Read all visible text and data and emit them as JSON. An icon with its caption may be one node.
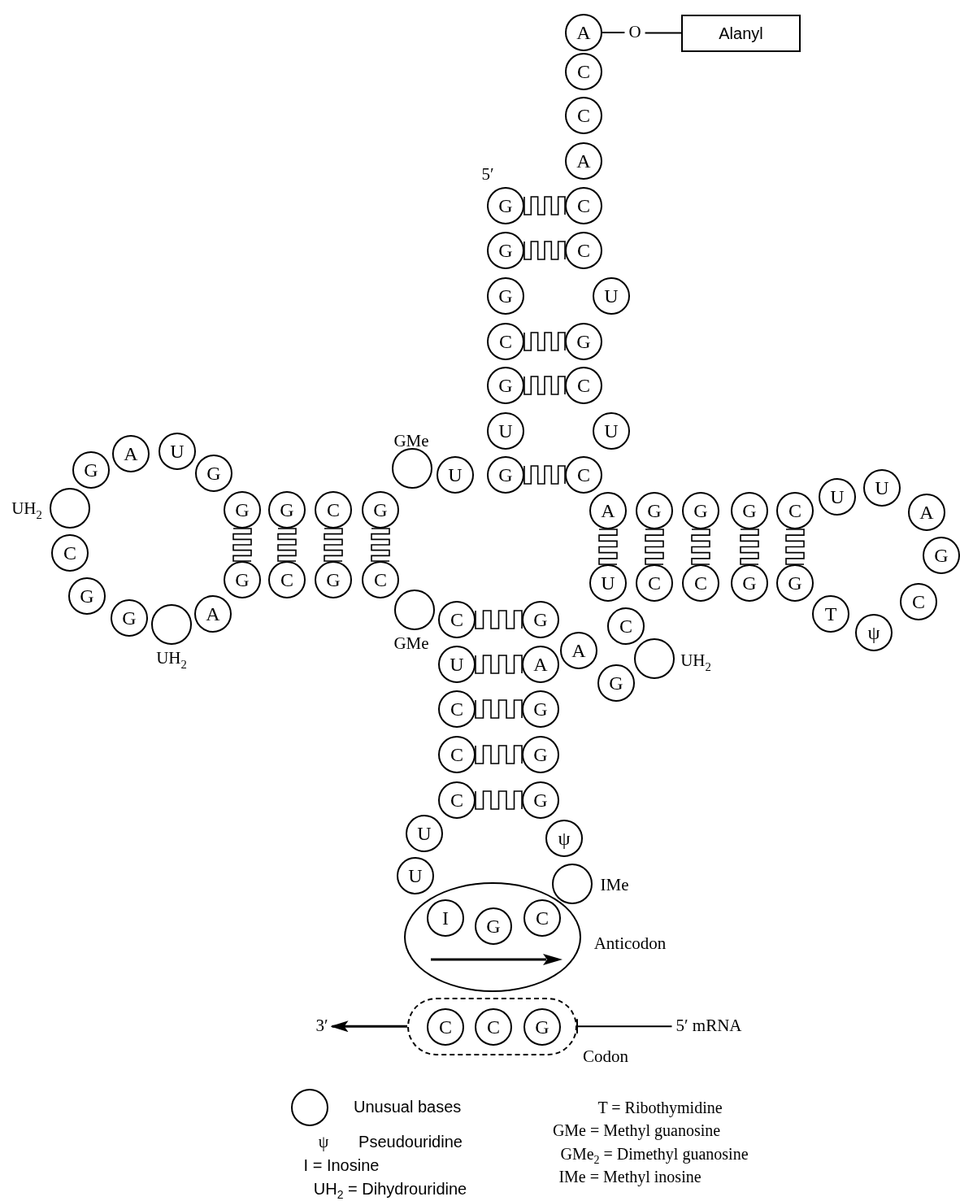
{
  "diagram": {
    "nodes": [
      {
        "text": [
          "G"
        ],
        "beside": [
          "5′"
        ]
      },
      {
        "text": [
          "G"
        ]
      },
      {
        "text": [
          "G"
        ]
      },
      {
        "text": [
          "C"
        ]
      },
      {
        "text": [
          "G"
        ]
      },
      {
        "text": [
          "U"
        ]
      },
      {
        "text": [
          "G"
        ]
      },
      {
        "text": [
          "U"
        ]
      },
      {
        "text": [],
        "shape": "circle",
        "beside": [
          "GMe"
        ]
      },
      {
        "text": [
          "G"
        ]
      },
      {
        "text": [
          "C"
        ]
      },
      {
        "text": [
          "G"
        ]
      },
      {
        "text": [
          "G"
        ]
      },
      {
        "text": [
          "G"
        ]
      },
      {
        "text": [
          "U"
        ]
      },
      {
        "text": [
          "A"
        ]
      },
      {
        "text": [
          "G"
        ]
      },
      {
        "text": [],
        "shape": "circle",
        "beside": [
          "UH$_{2}$"
        ]
      },
      {
        "text": [
          "C"
        ]
      },
      {
        "text": [
          "G"
        ]
      },
      {
        "text": [
          "G"
        ]
      },
      {
        "text": [],
        "shape": "circle",
        "beside": [
          "UH$_{2}$"
        ]
      },
      {
        "text": [
          "A"
        ]
      },
      {
        "text": [
          "G"
        ]
      },
      {
        "text": [
          "C"
        ]
      },
      {
        "text": [
          "G"
        ]
      },
      {
        "text": [
          "C"
        ]
      },
      {
        "text": [],
        "shape": "circle",
        "beside": [
          "GMe"
        ]
      },
      {
        "text": [
          "C"
        ]
      },
      {
        "text": [
          "U"
        ]
      },
      {
        "text": [
          "C"
        ]
      },
      {
        "text": [
          "C"
        ]
      },
      {
        "text": [
          "C"
        ]
      },
      {
        "text": [
          "U"
        ]
      },
      {
        "text": [
          "U"
        ]
      },
      {
        "text": [],
        "shape": "ellipse",
        "beside": [
          "Anticodon"
        ]
      },
      {
        "text": [
          "I"
        ],
        "in": 35
      },
      {
        "text": [
          "G"
        ],
        "in": 35
      },
      {
        "text": [
          "C"
        ],
        "in": 35
      },
      {
        "text": [],
        "shape": "circle",
        "beside": [
          "IMe"
        ]
      },
      {
        "text": [
          "ψ"
        ]
      },
      {
        "text": [
          "G"
        ]
      },
      {
        "text": [
          "G"
        ]
      },
      {
        "text": [
          "G"
        ]
      },
      {
        "text": [
          "A"
        ]
      },
      {
        "text": [
          "G"
        ]
      },
      {
        "text": [
          "A"
        ]
      },
      {
        "text": [
          "G"
        ]
      },
      {
        "text": [],
        "shape": "circle",
        "beside": [
          "UH$_{2}$"
        ]
      },
      {
        "text": [
          "C"
        ]
      },
      {
        "text": [
          "U"
        ]
      },
      {
        "text": [
          "C"
        ]
      },
      {
        "text": [
          "C"
        ]
      },
      {
        "text": [
          "G"
        ]
      },
      {
        "text": [
          "G"
        ]
      },
      {
        "text": [
          "T"
        ]
      },
      {
        "text": [
          "ψ"
        ]
      },
      {
        "text": [
          "C"
        ]
      },
      {
        "text": [
          "G"
        ]
      },
      {
        "text": [
          "A"
        ]
      },
      {
        "text": [
          "U"
        ]
      },
      {
        "text": [
          "U"
        ]
      },
      {
        "text": [
          "C"
        ]
      },
      {
        "text": [
          "G"
        ]
      },
      {
        "text": [
          "G"
        ]
      },
      {
        "text": [
          "G"
        ]
      },
      {
        "text": [
          "A"
        ]
      },
      {
        "text": [
          "C"
        ]
      },
      {
        "text": [
          "U"
        ]
      },
      {
        "text": [
          "C"
        ]
      },
      {
        "text": [
          "G"
        ]
      },
      {
        "text": [
          "U"
        ]
      },
      {
        "text": [
          "C"
        ]
      },
      {
        "text": [
          "C"
        ]
      },
      {
        "text": [
          "A"
        ]
      },
      {
        "text": [
          "C"
        ]
      },
      {
        "text": [
          "C"
        ]
      },
      {
        "text": [
          "A"
        ]
      },
      {
        "text": [
          "O"
        ]
      },
      {
        "text": [
          "Alanyl"
        ]
      },
      {
        "text": [
          "3′"
        ]
      },
      {
        "text": [],
        "shape": "box",
        "beside": [
          "Codon"
        ]
      },
      {
        "text": [
          "C"
        ],
        "in": 81
      },
      {
        "text": [
          "C"
        ],
        "in": 81
      },
      {
        "text": [
          "G"
        ],
        "in": 81
      },
      {
        "text": [
          "5′ mRNA"
        ]
      }
    ],
    "edges": [
      {
        "from": 0,
        "to": 73,
        "arrow": "none"
      },
      {
        "from": 1,
        "to": 72,
        "arrow": "none"
      },
      {
        "from": 3,
        "to": 70,
        "arrow": "none"
      },
      {
        "from": 4,
        "to": 69,
        "arrow": "none"
      },
      {
        "from": 6,
        "to": 67,
        "arrow": "none"
      },
      {
        "from": 9,
        "to": 26,
        "arrow": "none"
      },
      {
        "from": 10,
        "to": 25,
        "arrow": "none"
      },
      {
        "from": 11,
        "to": 24,
        "arrow": "none"
      },
      {
        "from": 12,
        "to": 23,
        "arrow": "none"
      },
      {
        "from": 28,
        "to": 45,
        "arrow": "none"
      },
      {
        "from": 29,
        "to": 44,
        "arrow": "none"
      },
      {
        "from": 30,
        "to": 43,
        "arrow": "none"
      },
      {
        "from": 31,
        "to": 42,
        "arrow": "none"
      },
      {
        "from": 32,
        "to": 41,
        "arrow": "none"
      },
      {
        "from": 66,
        "to": 50,
        "arrow": "none"
      },
      {
        "from": 65,
        "to": 51,
        "arrow": "none"
      },
      {
        "from": 64,
        "to": 52,
        "arrow": "none"
      },
      {
        "from": 63,
        "to": 53,
        "arrow": "none"
      },
      {
        "from": 62,
        "to": 54,
        "arrow": "none"
      },
      {
        "from": 77,
        "to": 78,
        "arrow": "none"
      },
      {
        "from": 78,
        "to": 79,
        "arrow": "none"
      },
      {
        "from": 85,
        "to": 81,
        "arrow": "other"
      },
      {
        "from": 81,
        "to": 80,
        "arrow": "to"
      }
    ],
    "labels": [
      "ψ",
      "Pseudouridine",
      "I = Inosine",
      "UH$_{2}$ = Dihydrouridine",
      "T = Ribothymidine",
      "GMe = Methyl guanosine",
      "GMe$_{2}$ = Dimethyl guanosine",
      "IMe = Methyl inosine"
    ],
    "legend": [
      {
        "text": "Unusual bases"
      }
    ]
  }
}
